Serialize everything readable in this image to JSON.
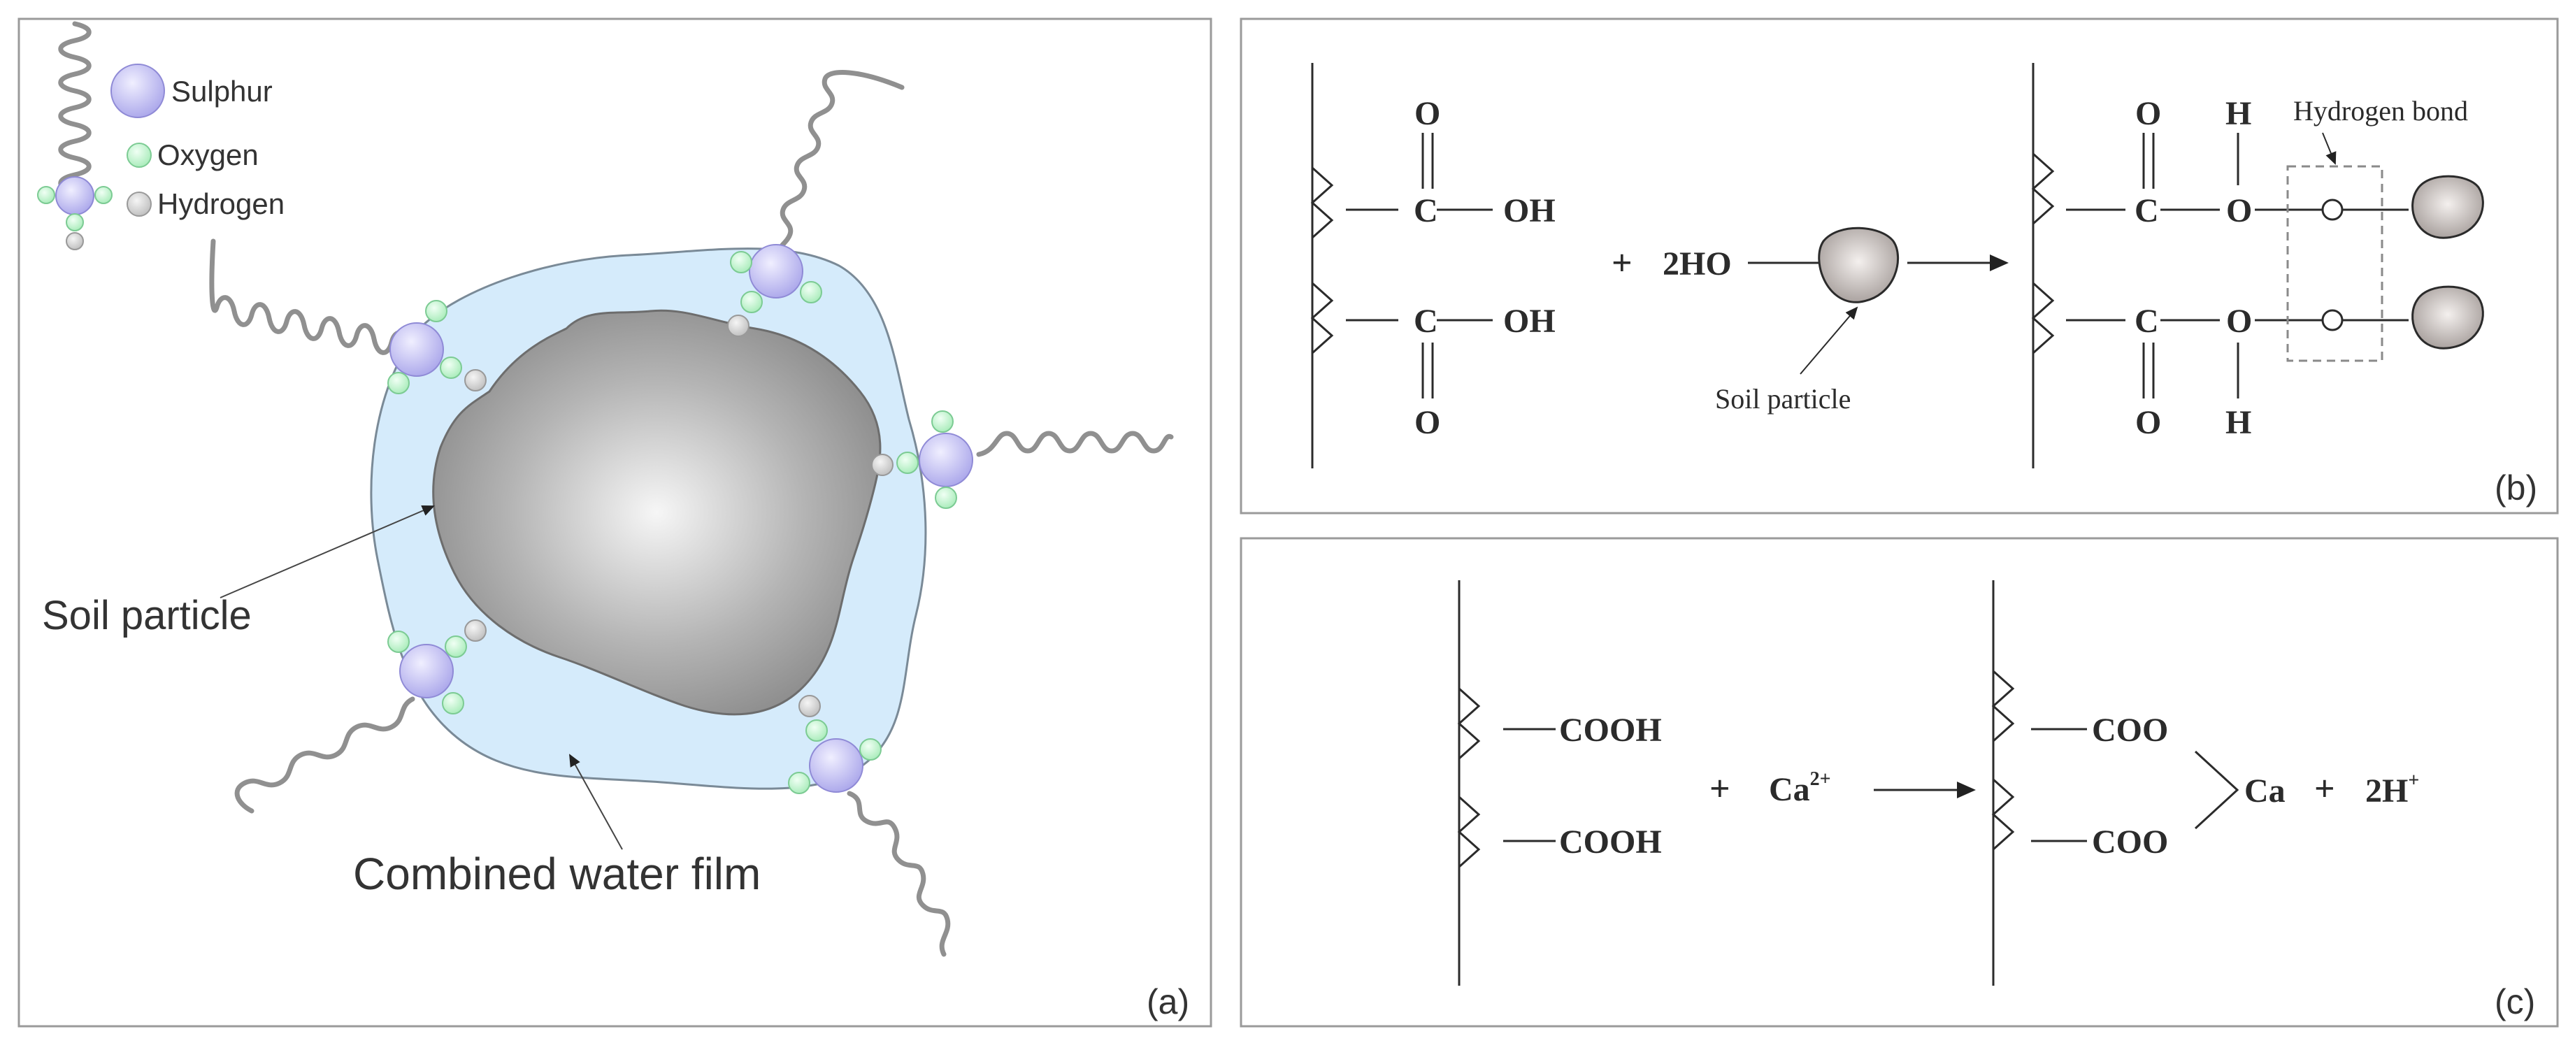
{
  "panel_a": {
    "label": "(a)",
    "legend": {
      "sulphur": "Sulphur",
      "oxygen": "Oxygen",
      "hydrogen": "Hydrogen"
    },
    "soil_particle_label": "Soil particle",
    "water_film_label": "Combined water film",
    "colors": {
      "water_film": "#d6ecfb",
      "soil_dark": "#8a8a8a",
      "soil_light": "#f4f4f4",
      "sulphur": "#b9b6f0",
      "oxygen": "#b9f0c8",
      "hydrogen": "#cfcfcf",
      "chain": "#9a9a9a"
    }
  },
  "panel_b": {
    "label": "(b)",
    "atom_o": "O",
    "atom_c": "C",
    "atom_h": "H",
    "group_oh": "OH",
    "plus": "+",
    "reagent": "2HO",
    "soil_particle_label": "Soil particle",
    "hydrogen_bond_label": "Hydrogen bond"
  },
  "panel_c": {
    "label": "(c)",
    "cooh": "COOH",
    "plus": "+",
    "calcium": "Ca",
    "calcium_charge": "2+",
    "coo": "COO",
    "product_ca": "Ca",
    "product_h": "2H",
    "product_h_charge": "+"
  }
}
